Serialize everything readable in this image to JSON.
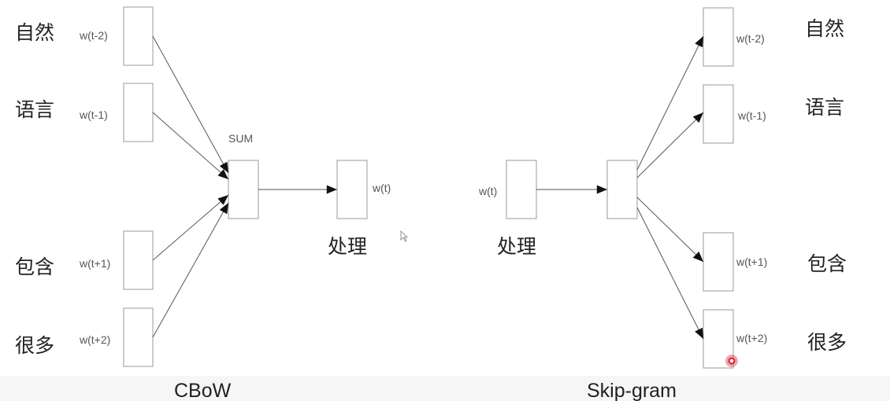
{
  "colors": {
    "box_border": "#a9a9a9",
    "edge": "#555555",
    "arrowhead": "#111111",
    "marker": "#d91b2b",
    "bottom_band": "#f6f6f6"
  },
  "cbow": {
    "caption": "CBoW",
    "sum_label": "SUM",
    "output_label": "w(t)",
    "output_word": "处理",
    "inputs": [
      {
        "label": "w(t-2)",
        "word": "自然"
      },
      {
        "label": "w(t-1)",
        "word": "语言"
      },
      {
        "label": "w(t+1)",
        "word": "包含"
      },
      {
        "label": "w(t+2)",
        "word": "很多"
      }
    ]
  },
  "skipgram": {
    "caption": "Skip-gram",
    "input_label": "w(t)",
    "input_word": "处理",
    "outputs": [
      {
        "label": "w(t-2)",
        "word": "自然"
      },
      {
        "label": "w(t-1)",
        "word": "语言"
      },
      {
        "label": "w(t+1)",
        "word": "包含"
      },
      {
        "label": "w(t+2)",
        "word": "很多"
      }
    ]
  }
}
